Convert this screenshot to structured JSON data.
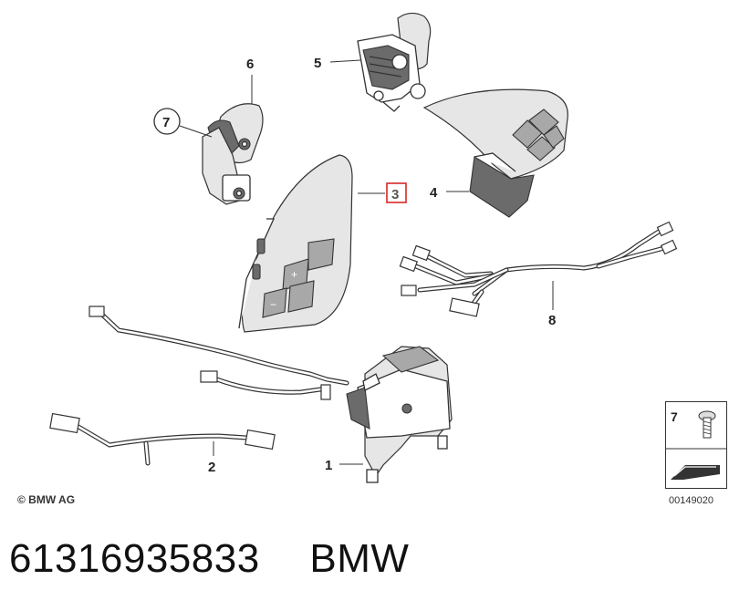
{
  "callouts": {
    "c1": "1",
    "c2": "2",
    "c3": "3",
    "c4": "4",
    "c5": "5",
    "c6": "6",
    "c7": "7",
    "c8": "8"
  },
  "inset": {
    "part_number": "7"
  },
  "copyright": "© BMW AG",
  "diagram_id": "00149020",
  "footer": {
    "part_number": "61316935833",
    "brand": "BMW"
  },
  "colors": {
    "highlight_box": "#d62828",
    "highlight_text": "#555555",
    "line": "#333333"
  }
}
